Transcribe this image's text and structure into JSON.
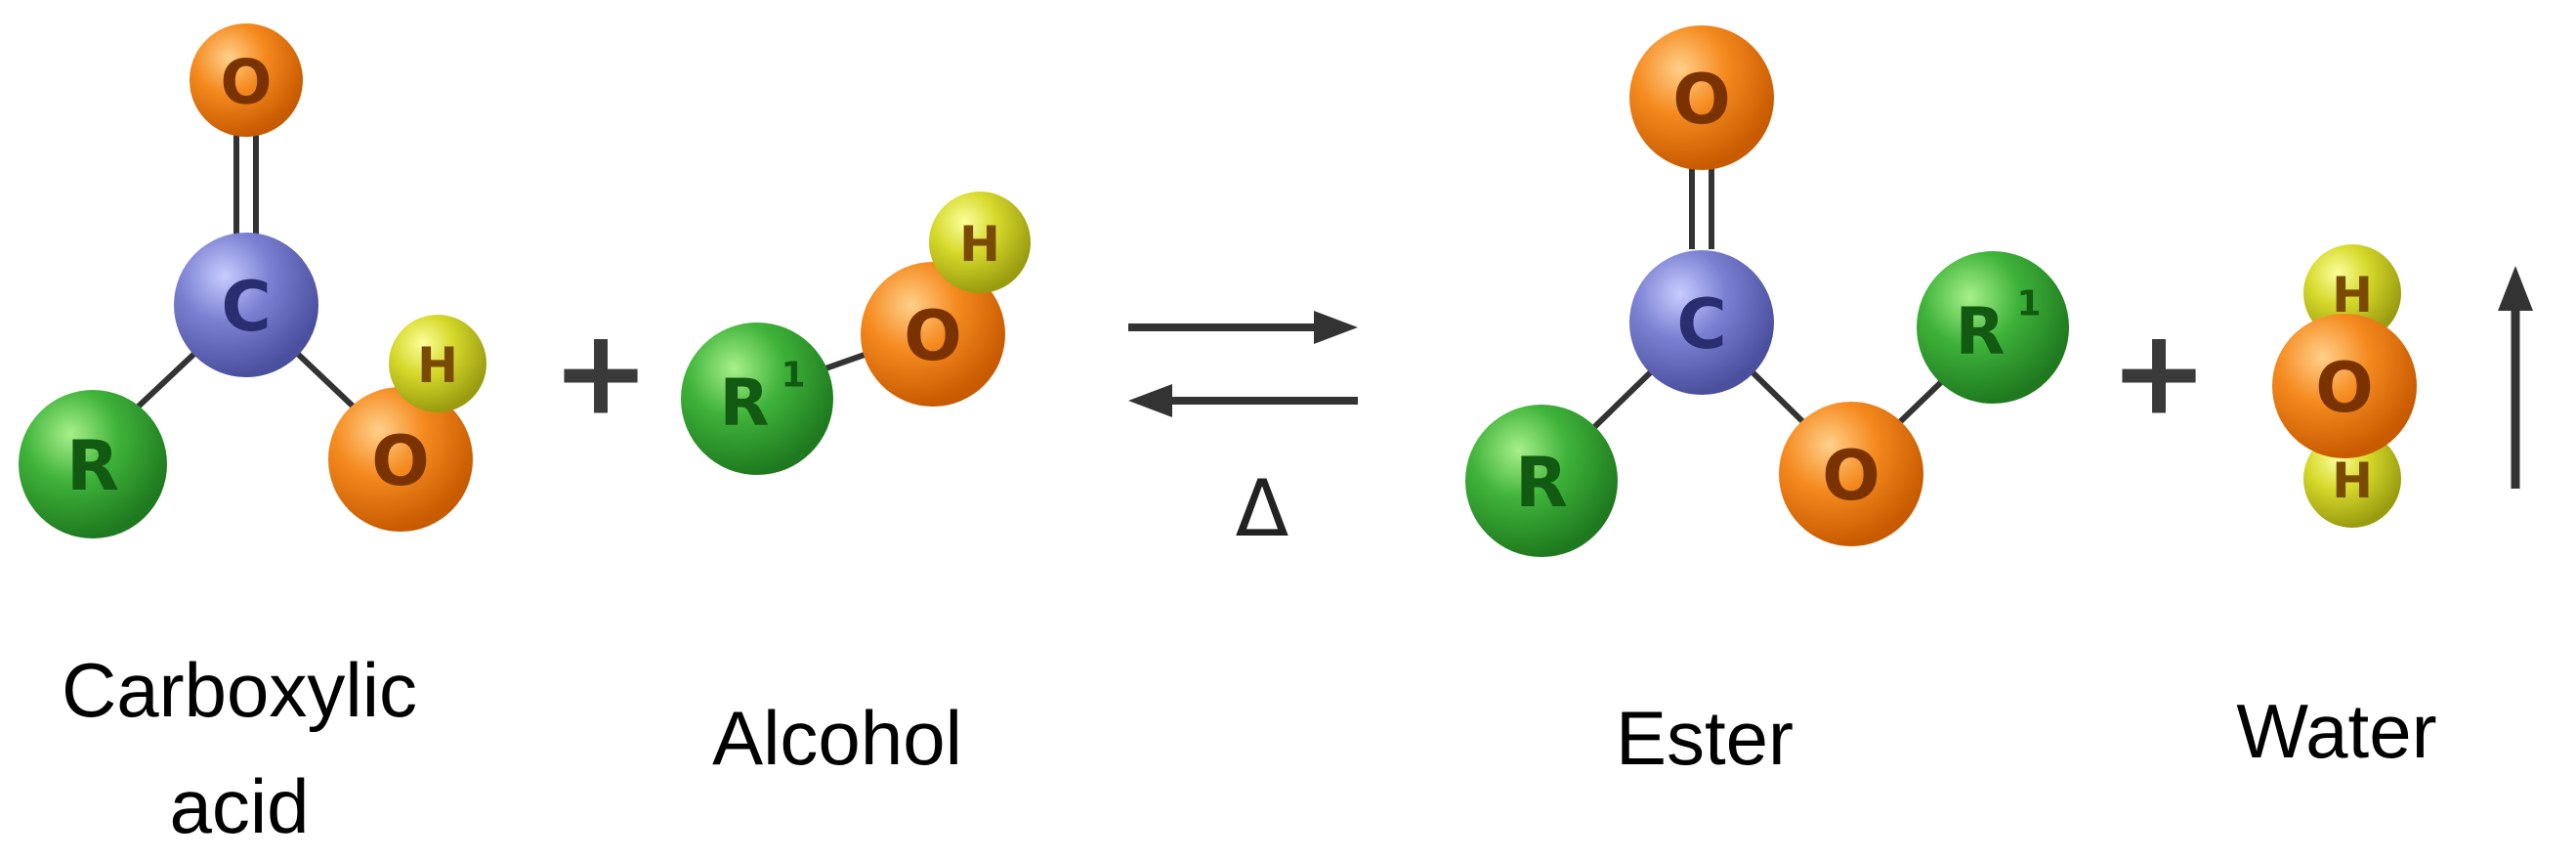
{
  "molecules": {
    "carboxylic_acid": {
      "caption_line1": "Carboxylic",
      "caption_line2": "acid",
      "atoms": {
        "o_top": "O",
        "c": "C",
        "r": "R",
        "o_side": "O",
        "h": "H"
      }
    },
    "alcohol": {
      "caption": "Alcohol",
      "atoms": {
        "r1": "R",
        "r1_sup": "1",
        "o": "O",
        "h": "H"
      }
    },
    "ester": {
      "caption": "Ester",
      "atoms": {
        "o_top": "O",
        "c": "C",
        "r": "R",
        "o_side": "O",
        "r1": "R",
        "r1_sup": "1"
      }
    },
    "water": {
      "caption": "Water",
      "atoms": {
        "h_top": "H",
        "o": "O",
        "h_bottom": "H"
      }
    }
  },
  "operators": {
    "plus_left": "+",
    "plus_right": "+"
  },
  "condition": "Δ",
  "colors": {
    "oxygen": "#f07a10",
    "carbon": "#6e74c8",
    "r_group": "#3aa83a",
    "hydrogen": "#c8cc22",
    "arrow": "#333333"
  },
  "icons": {
    "equilibrium": "double-harpoon-arrows",
    "gas_release": "up-arrow"
  }
}
